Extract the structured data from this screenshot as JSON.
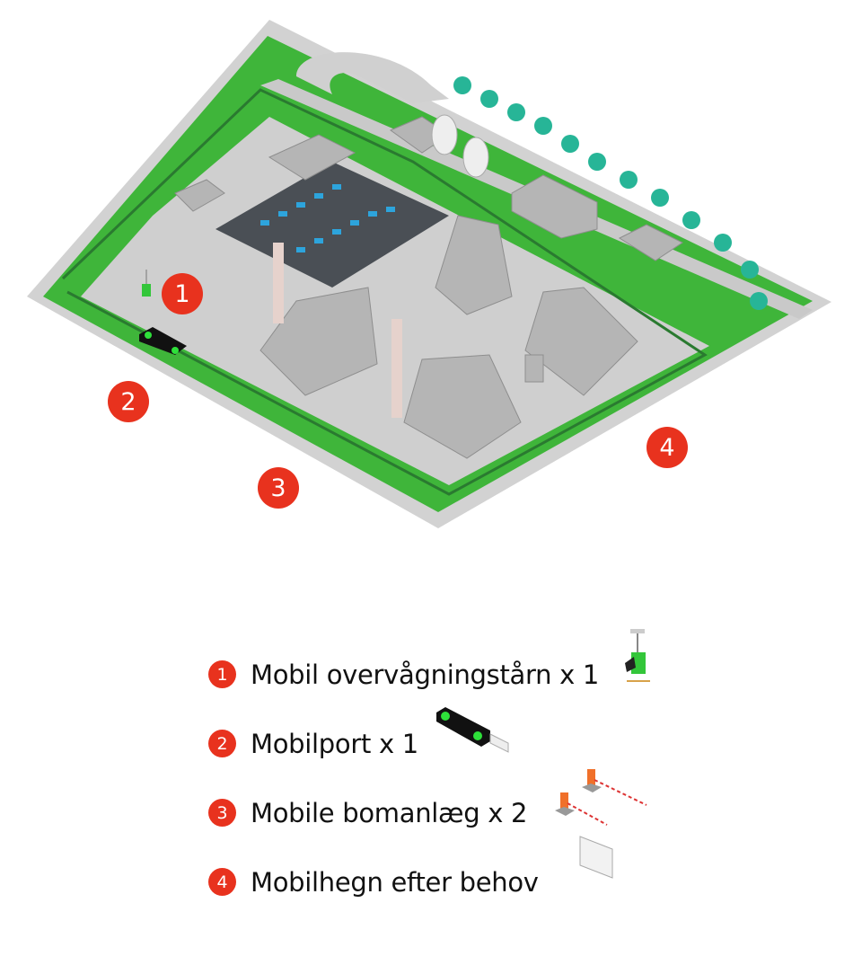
{
  "colors": {
    "marker": "#e8321e",
    "grass": "#3fb53a",
    "road": "#c9c9c9",
    "building": "#b5b5b5"
  },
  "map_markers": [
    "1",
    "2",
    "3",
    "4"
  ],
  "legend": [
    {
      "number": "1",
      "label": "Mobil overvågningstårn x 1",
      "icon": "surveillance-tower-icon"
    },
    {
      "number": "2",
      "label": "Mobilport x 1",
      "icon": "mobile-gate-icon"
    },
    {
      "number": "3",
      "label": "Mobile bomanlæg x 2",
      "icon": "barrier-icon"
    },
    {
      "number": "4",
      "label": "Mobilhegn efter behov",
      "icon": "fence-panel-icon"
    }
  ]
}
